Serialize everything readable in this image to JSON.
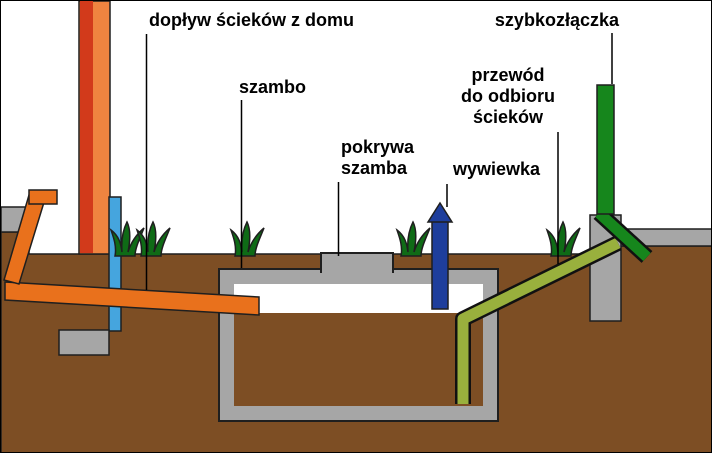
{
  "diagram": {
    "labels": {
      "inflow": "dopływ ścieków z domu",
      "quick_coupler": "szybkozłączka",
      "tank": "szambo",
      "outflow": "przewód\ndo odbioru\nścieków",
      "cover": "pokrywa\nszamba",
      "vent": "wywiewka"
    },
    "colors": {
      "ground": "#7d4e24",
      "concrete": "#a6a6a6",
      "outline": "#1f1f1f",
      "wall-orange": "#ef8440",
      "wall-red": "#d23a1b",
      "insulation-blue": "#45a5de",
      "pipe-orange": "#e9711c",
      "vent-blue": "#1e3e9c",
      "hose-green": "#99b03d",
      "coupler-green": "#16861c",
      "plant-green": "#0f6b16",
      "tank-interior": "#ffffff",
      "sewage": "#7d4e24"
    }
  }
}
